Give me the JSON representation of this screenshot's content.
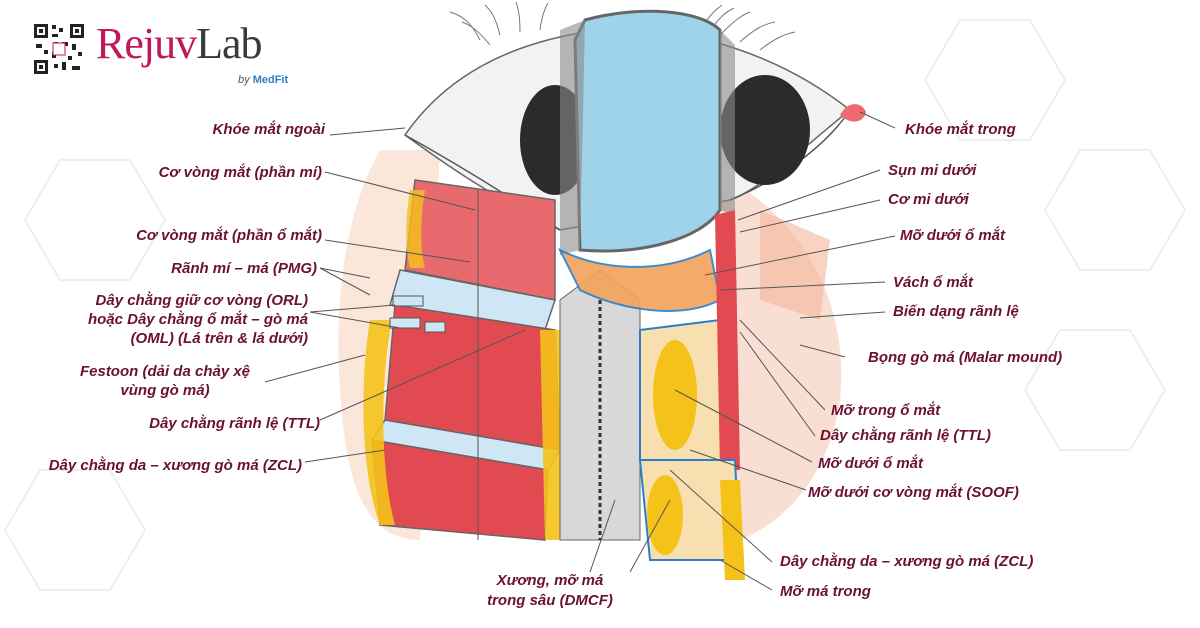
{
  "brand": {
    "name_pink": "Rejuv",
    "name_dark": "Lab",
    "by": "by",
    "sub": "MedFit",
    "colors": {
      "pink": "#c2185b",
      "blue": "#2a7fc9"
    }
  },
  "labels": {
    "l1": "Khóe mắt ngoài",
    "l2": "Cơ vòng mắt (phần mí)",
    "l3": "Cơ vòng mắt (phần ổ mắt)",
    "l4": "Rãnh mí – má (PMG)",
    "l5a": "Dây chằng giữ cơ vòng (ORL)",
    "l5b": "hoặc Dây chằng ổ mắt – gò má",
    "l5c": "(OML) (Lá trên & lá dưới)",
    "l6a": "Festoon (dải da chảy xệ",
    "l6b": "vùng gò má)",
    "l7": "Dây chằng rãnh lệ (TTL)",
    "l8": "Dây chằng da – xương gò má (ZCL)",
    "l9a": "Xương, mỡ má",
    "l9b": "trong sâu (DMCF)",
    "r1": "Khóe mắt trong",
    "r2": "Sụn mi dưới",
    "r3": "Cơ mi dưới",
    "r4": "Mỡ dưới ổ mắt",
    "r5": "Vách ổ mắt",
    "r6": "Biến dạng rãnh lệ",
    "r7": "Bọng gò má (Malar mound)",
    "r8": "Mỡ trong ổ mắt",
    "r9": "Dây chằng rãnh lệ (TTL)",
    "r10": "Mỡ dưới ổ mắt",
    "r11": "Mỡ dưới cơ vòng mắt (SOOF)",
    "r12": "Dây chằng da – xương gò má (ZCL)",
    "r13": "Mỡ má trong"
  },
  "colors": {
    "label": "#6b1036",
    "muscle": "#e0464f",
    "fat": "#f5c21a",
    "ligament": "#b9dcf2",
    "eye": "#9fd3ea"
  }
}
